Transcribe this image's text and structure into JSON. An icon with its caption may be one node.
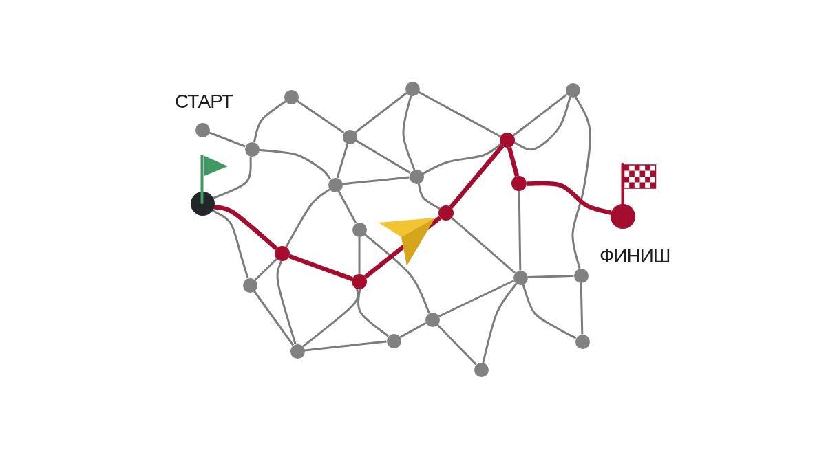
{
  "diagram": {
    "nodes": [
      {
        "text": [],
        "shape": "circle"
      },
      {
        "text": [],
        "shape": "circle"
      },
      {
        "text": [],
        "shape": "circle"
      },
      {
        "text": [],
        "shape": "circle"
      },
      {
        "text": [],
        "shape": "circle"
      },
      {
        "text": [],
        "shape": "circle"
      },
      {
        "text": [],
        "shape": "circle"
      },
      {
        "text": [],
        "shape": "circle"
      },
      {
        "text": [],
        "shape": "circle"
      },
      {
        "text": [],
        "shape": "circle"
      },
      {
        "text": [],
        "shape": "circle"
      },
      {
        "text": [],
        "shape": "circle"
      },
      {
        "text": [],
        "shape": "circle"
      },
      {
        "text": [],
        "shape": "circle",
        "beside": [
          "ФИНИШ"
        ]
      },
      {
        "text": [],
        "shape": "circle"
      },
      {
        "text": [],
        "shape": "circle"
      },
      {
        "text": [],
        "shape": "circle"
      },
      {
        "text": [],
        "shape": "circle"
      },
      {
        "text": [],
        "shape": "circle"
      },
      {
        "text": [],
        "shape": "circle"
      },
      {
        "text": [],
        "shape": "circle"
      },
      {
        "text": [],
        "shape": "circle"
      },
      {
        "text": [],
        "shape": "circle"
      },
      {
        "text": [],
        "shape": "circle"
      }
    ],
    "edges": [
      {
        "from": 10,
        "to": 14,
        "arrow": "none",
        "style": "thick",
        "color": "#a50d2f"
      },
      {
        "from": 14,
        "to": 16,
        "arrow": "none",
        "style": "thick",
        "color": "#a50d2f"
      },
      {
        "from": 16,
        "to": 12,
        "arrow": "none",
        "style": "thick",
        "color": "#a50d2f"
      },
      {
        "from": 12,
        "to": 6,
        "arrow": "none",
        "style": "thick",
        "color": "#a50d2f"
      },
      {
        "from": 6,
        "to": 9,
        "arrow": "none",
        "style": "thick",
        "color": "#a50d2f"
      },
      {
        "from": 9,
        "to": 13,
        "arrow": "none",
        "style": "thick",
        "color": "#a50d2f"
      },
      {
        "from": 0,
        "to": 4,
        "arrow": "none"
      },
      {
        "from": 0,
        "to": 5,
        "arrow": "none"
      },
      {
        "from": 3,
        "to": 4,
        "arrow": "none"
      },
      {
        "from": 4,
        "to": 7,
        "arrow": "none"
      },
      {
        "from": 4,
        "to": 10,
        "arrow": "none"
      },
      {
        "from": 5,
        "to": 1,
        "arrow": "none"
      },
      {
        "from": 5,
        "to": 7,
        "arrow": "none"
      },
      {
        "from": 5,
        "to": 8,
        "arrow": "none"
      },
      {
        "from": 1,
        "to": 8,
        "arrow": "none"
      },
      {
        "from": 1,
        "to": 6,
        "arrow": "none"
      },
      {
        "from": 7,
        "to": 8,
        "arrow": "none"
      },
      {
        "from": 7,
        "to": 14,
        "arrow": "none"
      },
      {
        "from": 7,
        "to": 11,
        "arrow": "none"
      },
      {
        "from": 8,
        "to": 6,
        "arrow": "none"
      },
      {
        "from": 8,
        "to": 12,
        "arrow": "none"
      },
      {
        "from": 6,
        "to": 2,
        "arrow": "none"
      },
      {
        "from": 6,
        "to": 2,
        "arrow": "none"
      },
      {
        "from": 2,
        "to": 18,
        "arrow": "none"
      },
      {
        "from": 9,
        "to": 17,
        "arrow": "none"
      },
      {
        "from": 10,
        "to": 15,
        "arrow": "none"
      },
      {
        "from": 14,
        "to": 15,
        "arrow": "none"
      },
      {
        "from": 14,
        "to": 20,
        "arrow": "none"
      },
      {
        "from": 15,
        "to": 20,
        "arrow": "none"
      },
      {
        "from": 16,
        "to": 20,
        "arrow": "none"
      },
      {
        "from": 20,
        "to": 21,
        "arrow": "none"
      },
      {
        "from": 16,
        "to": 21,
        "arrow": "none"
      },
      {
        "from": 11,
        "to": 16,
        "arrow": "none"
      },
      {
        "from": 11,
        "to": 19,
        "arrow": "none"
      },
      {
        "from": 12,
        "to": 17,
        "arrow": "none"
      },
      {
        "from": 19,
        "to": 17,
        "arrow": "none"
      },
      {
        "from": 19,
        "to": 21,
        "arrow": "none"
      },
      {
        "from": 19,
        "to": 23,
        "arrow": "none"
      },
      {
        "from": 17,
        "to": 23,
        "arrow": "none"
      },
      {
        "from": 17,
        "to": 18,
        "arrow": "none"
      },
      {
        "from": 17,
        "to": 22,
        "arrow": "none"
      },
      {
        "from": 18,
        "to": 22,
        "arrow": "none"
      }
    ],
    "labels": [
      "СТАРТ"
    ]
  }
}
